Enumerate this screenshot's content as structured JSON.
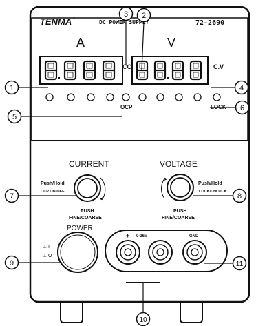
{
  "header": {
    "brand": "TENMA",
    "product": "DC POWER SUPPLY",
    "model": "72-2690"
  },
  "display": {
    "amps_unit": "A",
    "volts_unit": "V",
    "cc_label": "CC",
    "cv_label": "C.V",
    "amps_digits": [
      "8.",
      "8",
      "8",
      "8"
    ],
    "volts_digits": [
      "8",
      "8.",
      "8",
      "8"
    ],
    "ocp_label": "OCP",
    "lock_label": "LOCK"
  },
  "current_knob": {
    "title": "CURRENT",
    "side_top": "Push/Hold",
    "side_bottom": "OCP ON-OFF",
    "push_label": "PUSH",
    "fine_label": "FINE/COARSE"
  },
  "voltage_knob": {
    "title": "VOLTAGE",
    "side_top": "Push/Hold",
    "side_bottom": "LOCK/UNLOCK",
    "push_label": "PUSH",
    "fine_label": "FINE/COARSE"
  },
  "power": {
    "label": "POWER",
    "on_symbol": "⊥ I",
    "off_symbol": "⊥ O"
  },
  "terminals": {
    "plus": "+",
    "range": "0-36V",
    "minus": "—",
    "gnd": "GND"
  },
  "callouts": [
    "1",
    "2",
    "3",
    "4",
    "5",
    "6",
    "7",
    "8",
    "9",
    "10",
    "11"
  ]
}
